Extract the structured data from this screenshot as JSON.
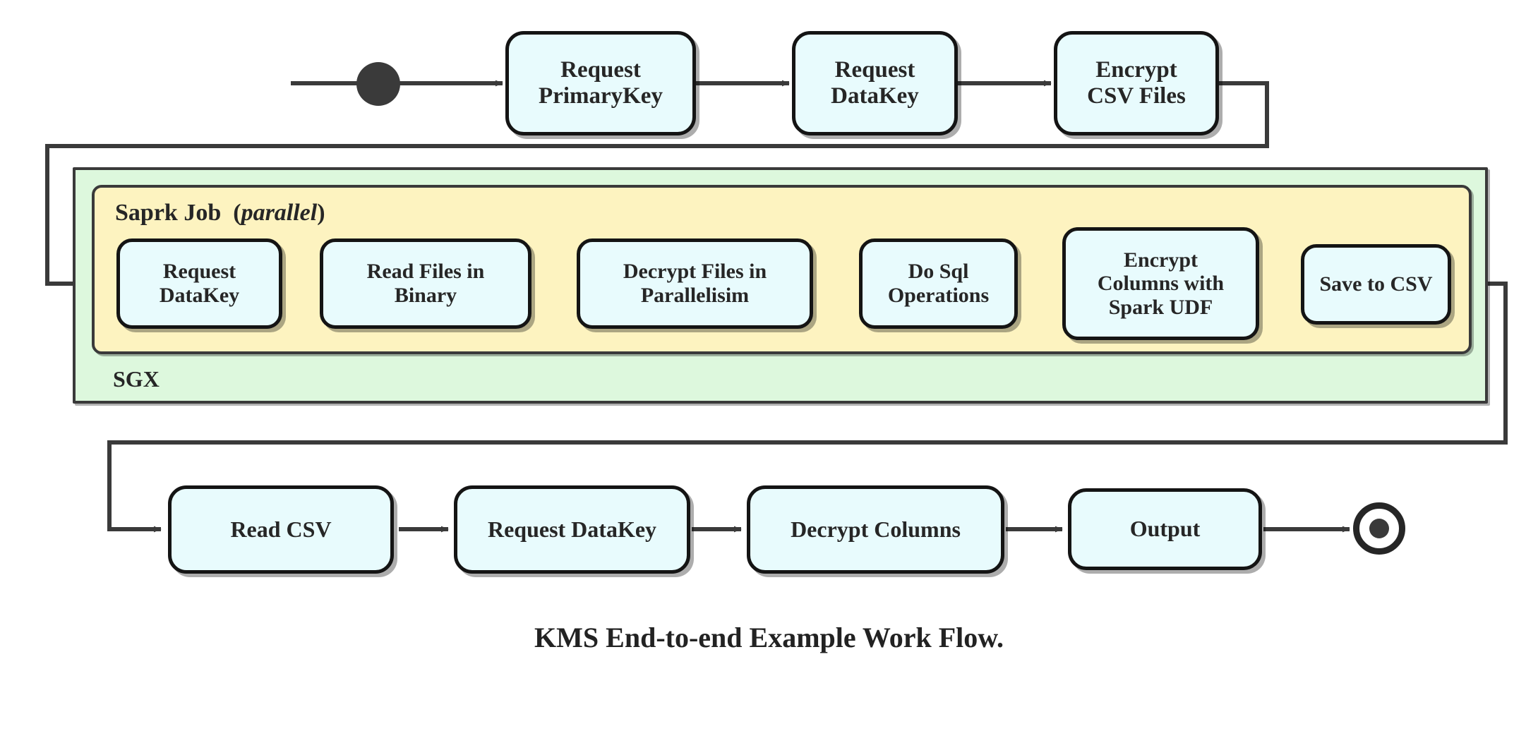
{
  "diagram": {
    "title": "KMS End-to-end Example Work Flow.",
    "colors": {
      "node_fill": "#e8fbfd",
      "node_stroke": "#141414",
      "sgx_fill": "#ddf8dd",
      "spark_fill": "#fdf3c0",
      "edge": "#3a3a3a",
      "background": "#ffffff"
    },
    "start_node": "start-state",
    "end_node": "final-state",
    "regions": [
      {
        "id": "sgx",
        "label": "SGX",
        "label_position": "bottom-left"
      },
      {
        "id": "spark-job",
        "label_main": "Saprk Job",
        "label_paren_open": "(",
        "label_italic": "parallel",
        "label_paren_close": ")",
        "label_position": "top-left"
      }
    ],
    "rows": {
      "top": [
        {
          "id": "request-primarykey",
          "lines": [
            "Request",
            "PrimaryKey"
          ]
        },
        {
          "id": "request-datakey-top",
          "lines": [
            "Request",
            "DataKey"
          ]
        },
        {
          "id": "encrypt-csv-files",
          "lines": [
            "Encrypt",
            "CSV Files"
          ]
        }
      ],
      "spark": [
        {
          "id": "request-datakey-spark",
          "lines": [
            "Request",
            "DataKey"
          ]
        },
        {
          "id": "read-files-in-binary",
          "lines": [
            "Read Files in",
            "Binary"
          ]
        },
        {
          "id": "decrypt-files-in-parallelisim",
          "lines": [
            "Decrypt Files in",
            "Parallelisim"
          ]
        },
        {
          "id": "do-sql-operations",
          "lines": [
            "Do Sql",
            "Operations"
          ]
        },
        {
          "id": "encrypt-columns-with-spark-udf",
          "lines": [
            "Encrypt",
            "Columns with",
            "Spark UDF"
          ]
        },
        {
          "id": "save-to-csv",
          "lines": [
            "Save to CSV"
          ]
        }
      ],
      "bottom": [
        {
          "id": "read-csv",
          "lines": [
            "Read CSV"
          ]
        },
        {
          "id": "request-datakey-bottom",
          "lines": [
            "Request DataKey"
          ]
        },
        {
          "id": "decrypt-columns",
          "lines": [
            "Decrypt Columns"
          ]
        },
        {
          "id": "output",
          "lines": [
            "Output"
          ]
        }
      ]
    }
  }
}
